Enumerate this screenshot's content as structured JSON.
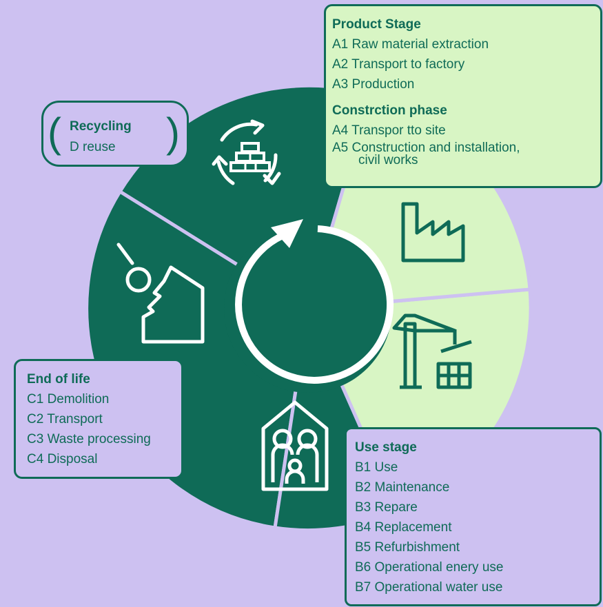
{
  "colors": {
    "dark_green": "#0f6b57",
    "light_green": "#d8f5c4",
    "lavender": "#cdc1f1"
  },
  "icons": [
    "recycle-bricks-icon",
    "factory-icon",
    "crane-icon",
    "family-house-icon",
    "demolition-icon",
    "cycle-arrow-icon"
  ],
  "product": {
    "title": "Product Stage",
    "items": [
      "A1 Raw material extraction",
      "A2 Transport to factory",
      "A3 Production"
    ]
  },
  "construction": {
    "title": "Constrction phase",
    "items": [
      "A4 Transpor tto site",
      "A5 Construction and installation,"
    ],
    "continuation": "civil works"
  },
  "recycling": {
    "title": "Recycling",
    "items": [
      "D reuse"
    ]
  },
  "end_of_life": {
    "title": "End of life",
    "items": [
      "C1 Demolition",
      "C2 Transport",
      "C3 Waste processing",
      "C4 Disposal"
    ]
  },
  "use": {
    "title": "Use stage",
    "items": [
      "B1 Use",
      "B2 Maintenance",
      "B3 Repare",
      "B4 Replacement",
      "B5 Refurbishment",
      "B6 Operational enery use",
      "B7 Operational water use"
    ]
  }
}
